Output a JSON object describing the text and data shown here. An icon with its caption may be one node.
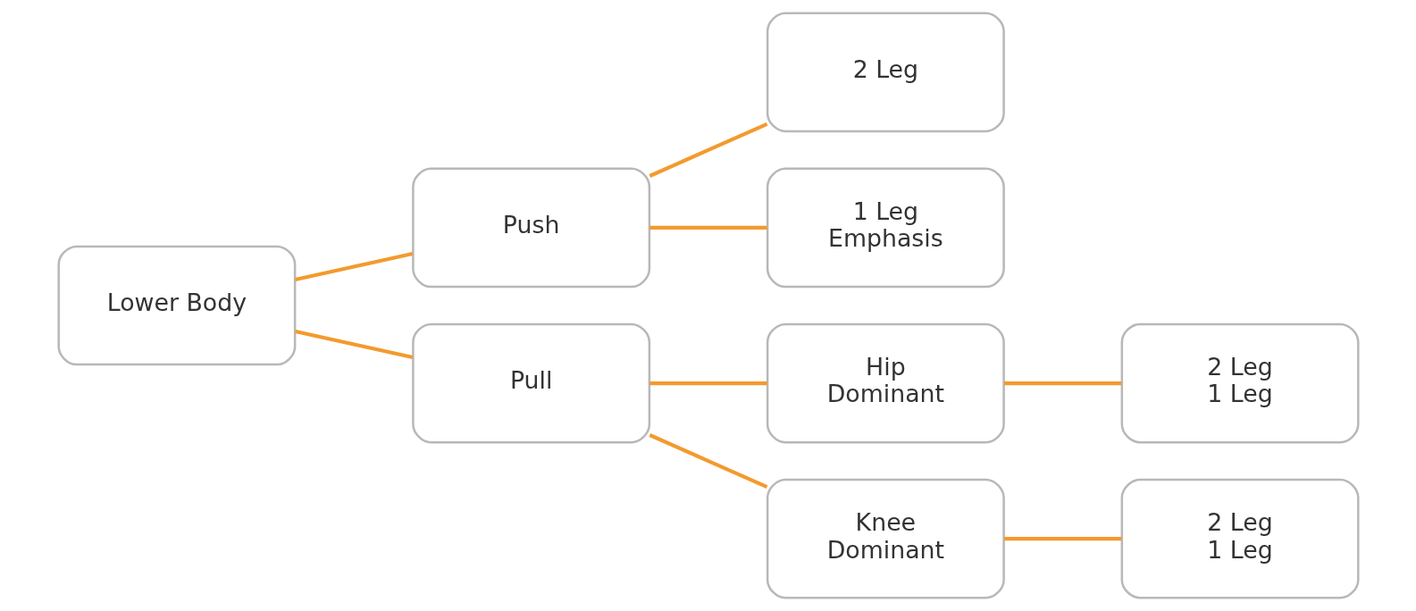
{
  "diagram": {
    "nodes": [
      {
        "text": [
          "Lower Body"
        ]
      },
      {
        "text": [
          "Push"
        ]
      },
      {
        "text": [
          "Pull"
        ]
      },
      {
        "text": [
          "2 Leg"
        ]
      },
      {
        "text": [
          "1 Leg Emphasis"
        ]
      },
      {
        "text": [
          "Hip Dominant"
        ]
      },
      {
        "text": [
          "Knee Dominant"
        ]
      },
      {
        "text": [
          "2 Leg",
          "1 Leg"
        ]
      },
      {
        "text": [
          "2 Leg",
          "1 Leg"
        ]
      }
    ],
    "edges": [
      {
        "from": 0,
        "to": 1,
        "arrow": "none"
      },
      {
        "from": 0,
        "to": 2,
        "arrow": "none"
      },
      {
        "from": 1,
        "to": 3,
        "arrow": "none"
      },
      {
        "from": 1,
        "to": 4,
        "arrow": "none"
      },
      {
        "from": 2,
        "to": 5,
        "arrow": "none"
      },
      {
        "from": 2,
        "to": 6,
        "arrow": "none"
      },
      {
        "from": 5,
        "to": 7,
        "arrow": "none"
      },
      {
        "from": 6,
        "to": 8,
        "arrow": "none"
      }
    ]
  }
}
